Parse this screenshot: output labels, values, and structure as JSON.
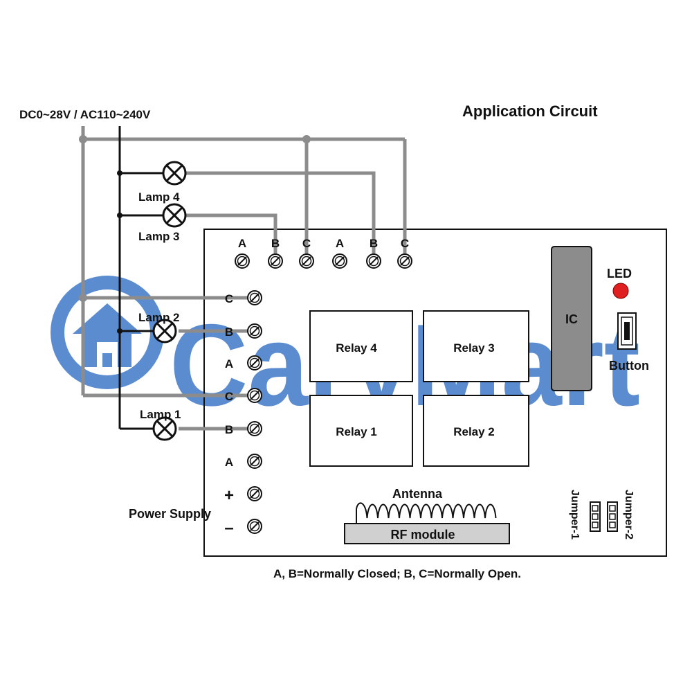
{
  "title": "Application Circuit",
  "supply_label": "DC0~28V / AC110~240V",
  "watermark": "CaryMart",
  "lamps": [
    "Lamp 4",
    "Lamp 3",
    "Lamp 2",
    "Lamp 1"
  ],
  "top_terminals": [
    "A",
    "B",
    "C",
    "A",
    "B",
    "C"
  ],
  "side_terminals": [
    "C",
    "B",
    "A",
    "C",
    "B",
    "A",
    "+",
    "–"
  ],
  "relays": [
    "Relay 4",
    "Relay 3",
    "Relay 1",
    "Relay 2"
  ],
  "ic_label": "IC",
  "led_label": "LED",
  "button_label": "Button",
  "antenna_label": "Antenna",
  "rf_label": "RF module",
  "power_label": "Power Supply",
  "jumpers": [
    "Jumper-1",
    "Jumper-2"
  ],
  "footnote": "A, B=Normally Closed; B, C=Normally Open.",
  "colors": {
    "watermark": "#3f78c8",
    "wire": "#8c8c8c",
    "ic": "#8c8c8c",
    "rf_module": "#d0d0d0",
    "led": "#e02020"
  }
}
